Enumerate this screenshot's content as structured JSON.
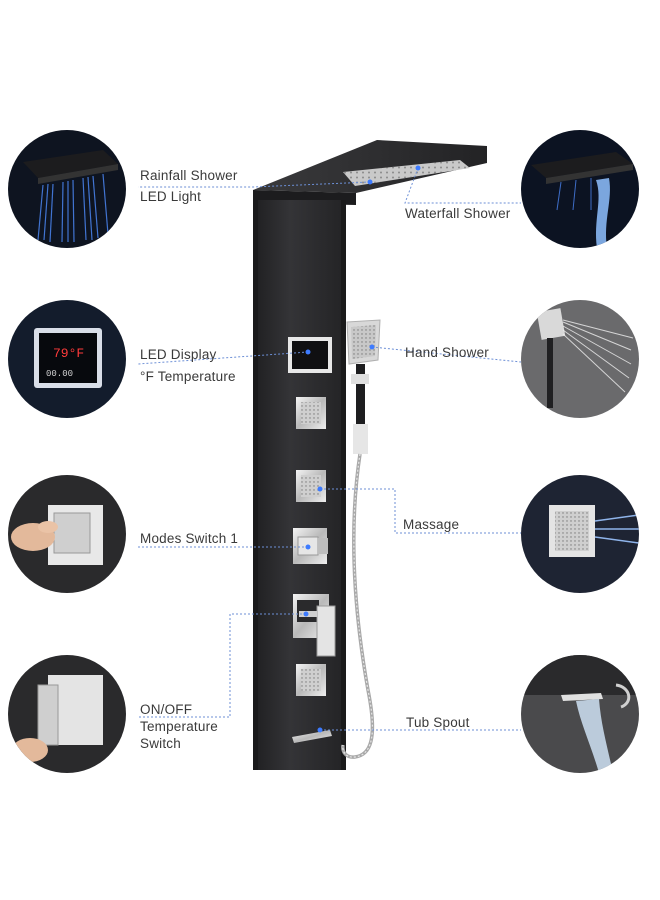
{
  "features": {
    "rainfall": {
      "line1": "Rainfall Shower",
      "line2": "LED Light"
    },
    "waterfall": {
      "line1": "Waterfall Shower"
    },
    "led_display": {
      "line1": "LED Display",
      "line2": "°F Temperature",
      "readout": "79°F"
    },
    "hand_shower": {
      "line1": "Hand Shower"
    },
    "modes_switch": {
      "line1": "Modes Switch 1"
    },
    "massage": {
      "line1": "Massage"
    },
    "on_off": {
      "line1": "ON/OFF",
      "line2": "Temperature",
      "line3": "Switch"
    },
    "tub_spout": {
      "line1": "Tub Spout"
    }
  },
  "colors": {
    "panel": "#2b2b2d",
    "chrome": "#d8d8d8",
    "callout_line": "#6c8fd6",
    "led_blue": "#3d7bff",
    "label_text": "#3a3a3a"
  }
}
